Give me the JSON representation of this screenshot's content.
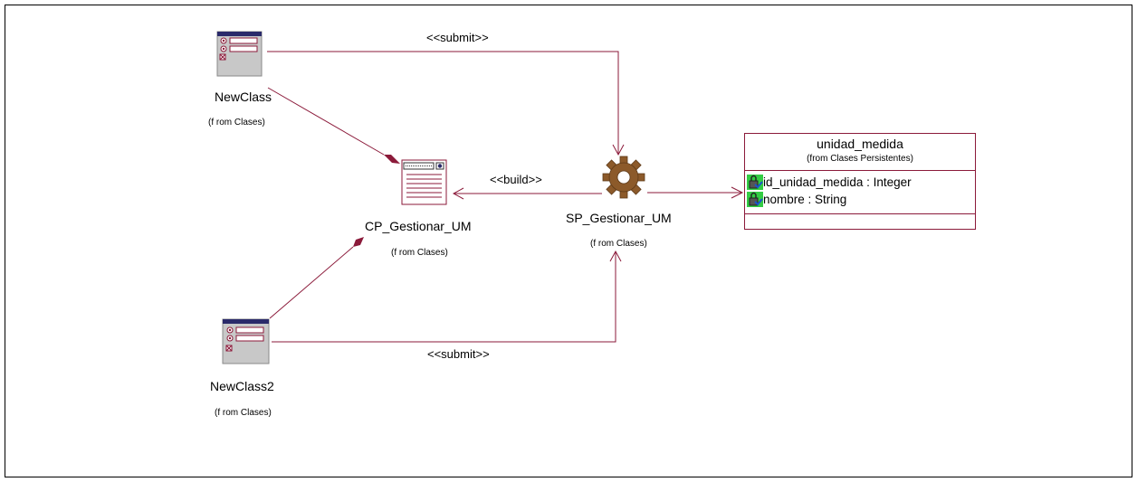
{
  "diagram": {
    "stereotypes": {
      "submit_top": "<<submit>>",
      "build": "<<build>>",
      "submit_bottom": "<<submit>>"
    },
    "nodes": {
      "newclass": {
        "name": "NewClass",
        "from": "(f rom Clases)",
        "icon": "client-form-icon"
      },
      "newclass2": {
        "name": "NewClass2",
        "from": "(f rom Clases)",
        "icon": "client-form-icon"
      },
      "cp": {
        "name": "CP_Gestionar_UM",
        "from": "(f rom Clases)",
        "icon": "client-page-icon"
      },
      "sp": {
        "name": "SP_Gestionar_UM",
        "from": "(f rom Clases)",
        "icon": "server-page-gear-icon"
      }
    },
    "entity": {
      "name": "unidad_medida",
      "from": "(from Clases Persistentes)",
      "attributes": [
        {
          "text": "id_unidad_medida : Integer",
          "icon": "key-attribute-icon"
        },
        {
          "text": "nombre : String",
          "icon": "attribute-icon"
        }
      ]
    },
    "colors": {
      "line": "#8b1a3a",
      "gear": "#8c5a2a",
      "icon_bg": "#c8c8c8"
    }
  }
}
